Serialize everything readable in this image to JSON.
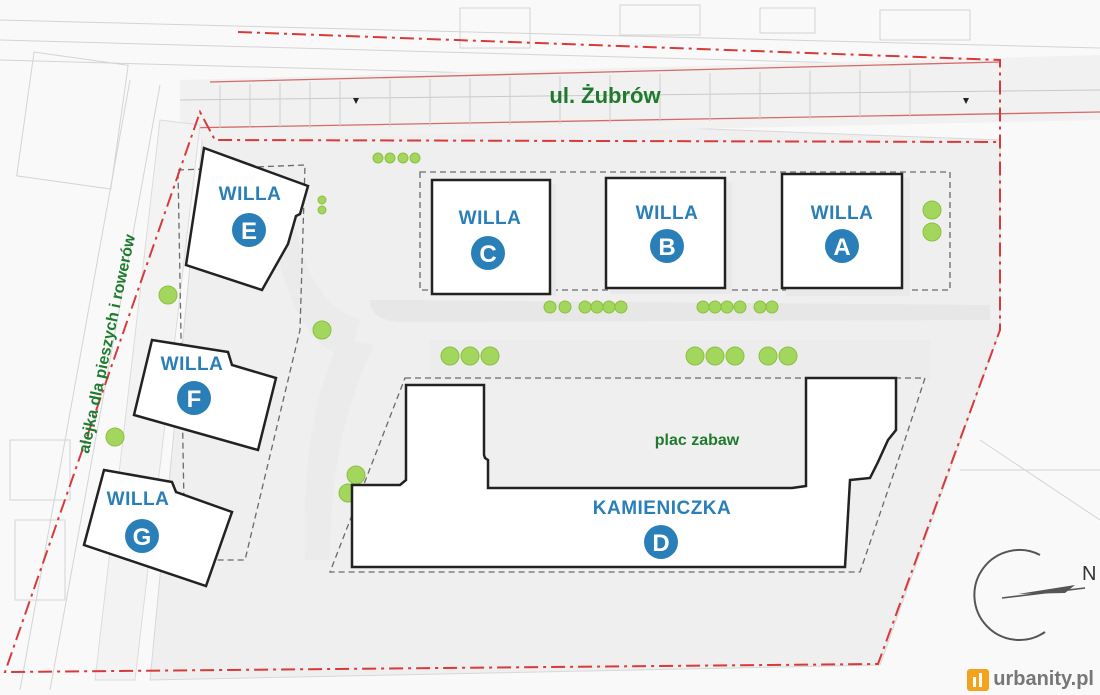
{
  "map": {
    "street_name": "ul. Żubrów",
    "path_label": "alejka dla pieszych i rowerów",
    "playground_label": "plac zabaw",
    "north_label": "N",
    "buildings": [
      {
        "id": "a",
        "type": "WILLA",
        "letter": "A"
      },
      {
        "id": "b",
        "type": "WILLA",
        "letter": "B"
      },
      {
        "id": "c",
        "type": "WILLA",
        "letter": "C"
      },
      {
        "id": "e",
        "type": "WILLA",
        "letter": "E"
      },
      {
        "id": "f",
        "type": "WILLA",
        "letter": "F"
      },
      {
        "id": "g",
        "type": "WILLA",
        "letter": "G"
      },
      {
        "id": "d",
        "type": "KAMIENICZKA",
        "letter": "D"
      }
    ],
    "colors": {
      "label_blue": "#2a7fb8",
      "text_green": "#1f7a2e",
      "boundary_red": "#d83a3a",
      "tree_green": "#a3d65c"
    }
  },
  "watermark": {
    "text": "urbanity.pl",
    "icon": "urbanity-logo-icon"
  }
}
